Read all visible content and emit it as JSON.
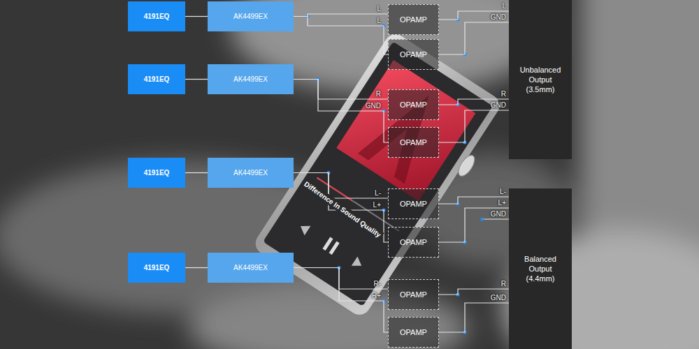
{
  "diagram": {
    "nodes": [
      {
        "text": [
          "4191EQ"
        ]
      },
      {
        "text": [
          "4191EQ"
        ]
      },
      {
        "text": [
          "4191EQ"
        ]
      },
      {
        "text": [
          "4191EQ"
        ]
      },
      {
        "text": [
          "AK4499EX"
        ]
      },
      {
        "text": [
          "AK4499EX"
        ]
      },
      {
        "text": [
          "AK4499EX"
        ]
      },
      {
        "text": [
          "AK4499EX"
        ]
      },
      {
        "text": [
          "OPAMP"
        ]
      },
      {
        "text": [
          "OPAMP"
        ]
      },
      {
        "text": [
          "OPAMP"
        ]
      },
      {
        "text": [
          "OPAMP"
        ]
      },
      {
        "text": [
          "OPAMP"
        ]
      },
      {
        "text": [
          "OPAMP"
        ]
      },
      {
        "text": [
          "OPAMP"
        ]
      },
      {
        "text": [
          "OPAMP"
        ]
      },
      {
        "text": [
          "Unbalanced Output (3.5mm)"
        ]
      },
      {
        "text": [
          "Balanced Output (4.4mm)"
        ]
      }
    ],
    "edges": [
      {
        "from": 0,
        "to": 4,
        "arrow": "none"
      },
      {
        "from": 1,
        "to": 5,
        "arrow": "none"
      },
      {
        "from": 2,
        "to": 6,
        "arrow": "none"
      },
      {
        "from": 3,
        "to": 7,
        "arrow": "none"
      },
      {
        "from": 4,
        "to": 8,
        "arrow": "none"
      },
      {
        "from": 4,
        "to": 9,
        "arrow": "none"
      },
      {
        "from": 5,
        "to": 10,
        "arrow": "none"
      },
      {
        "from": 5,
        "to": 11,
        "arrow": "none"
      },
      {
        "from": 6,
        "to": 12,
        "arrow": "none"
      },
      {
        "from": 6,
        "to": 13,
        "arrow": "none"
      },
      {
        "from": 7,
        "to": 14,
        "arrow": "none"
      },
      {
        "from": 7,
        "to": 15,
        "arrow": "none"
      },
      {
        "from": 8,
        "to": 16,
        "arrow": "none"
      },
      {
        "from": 9,
        "to": 16,
        "arrow": "none"
      },
      {
        "from": 10,
        "to": 16,
        "arrow": "none"
      },
      {
        "from": 11,
        "to": 16,
        "arrow": "none"
      },
      {
        "from": 12,
        "to": 17,
        "arrow": "none"
      },
      {
        "from": 13,
        "to": 17,
        "arrow": "none"
      },
      {
        "from": 14,
        "to": 17,
        "arrow": "none"
      },
      {
        "from": 15,
        "to": 17,
        "arrow": "none"
      }
    ],
    "labels": [
      "L",
      "L",
      "R",
      "GND",
      "L-",
      "L+",
      "R-",
      "R+",
      "L",
      "GND",
      "R",
      "GND",
      "L-",
      "L+",
      "GND",
      "R",
      "GND",
      "Difference In Sound Quality"
    ]
  }
}
